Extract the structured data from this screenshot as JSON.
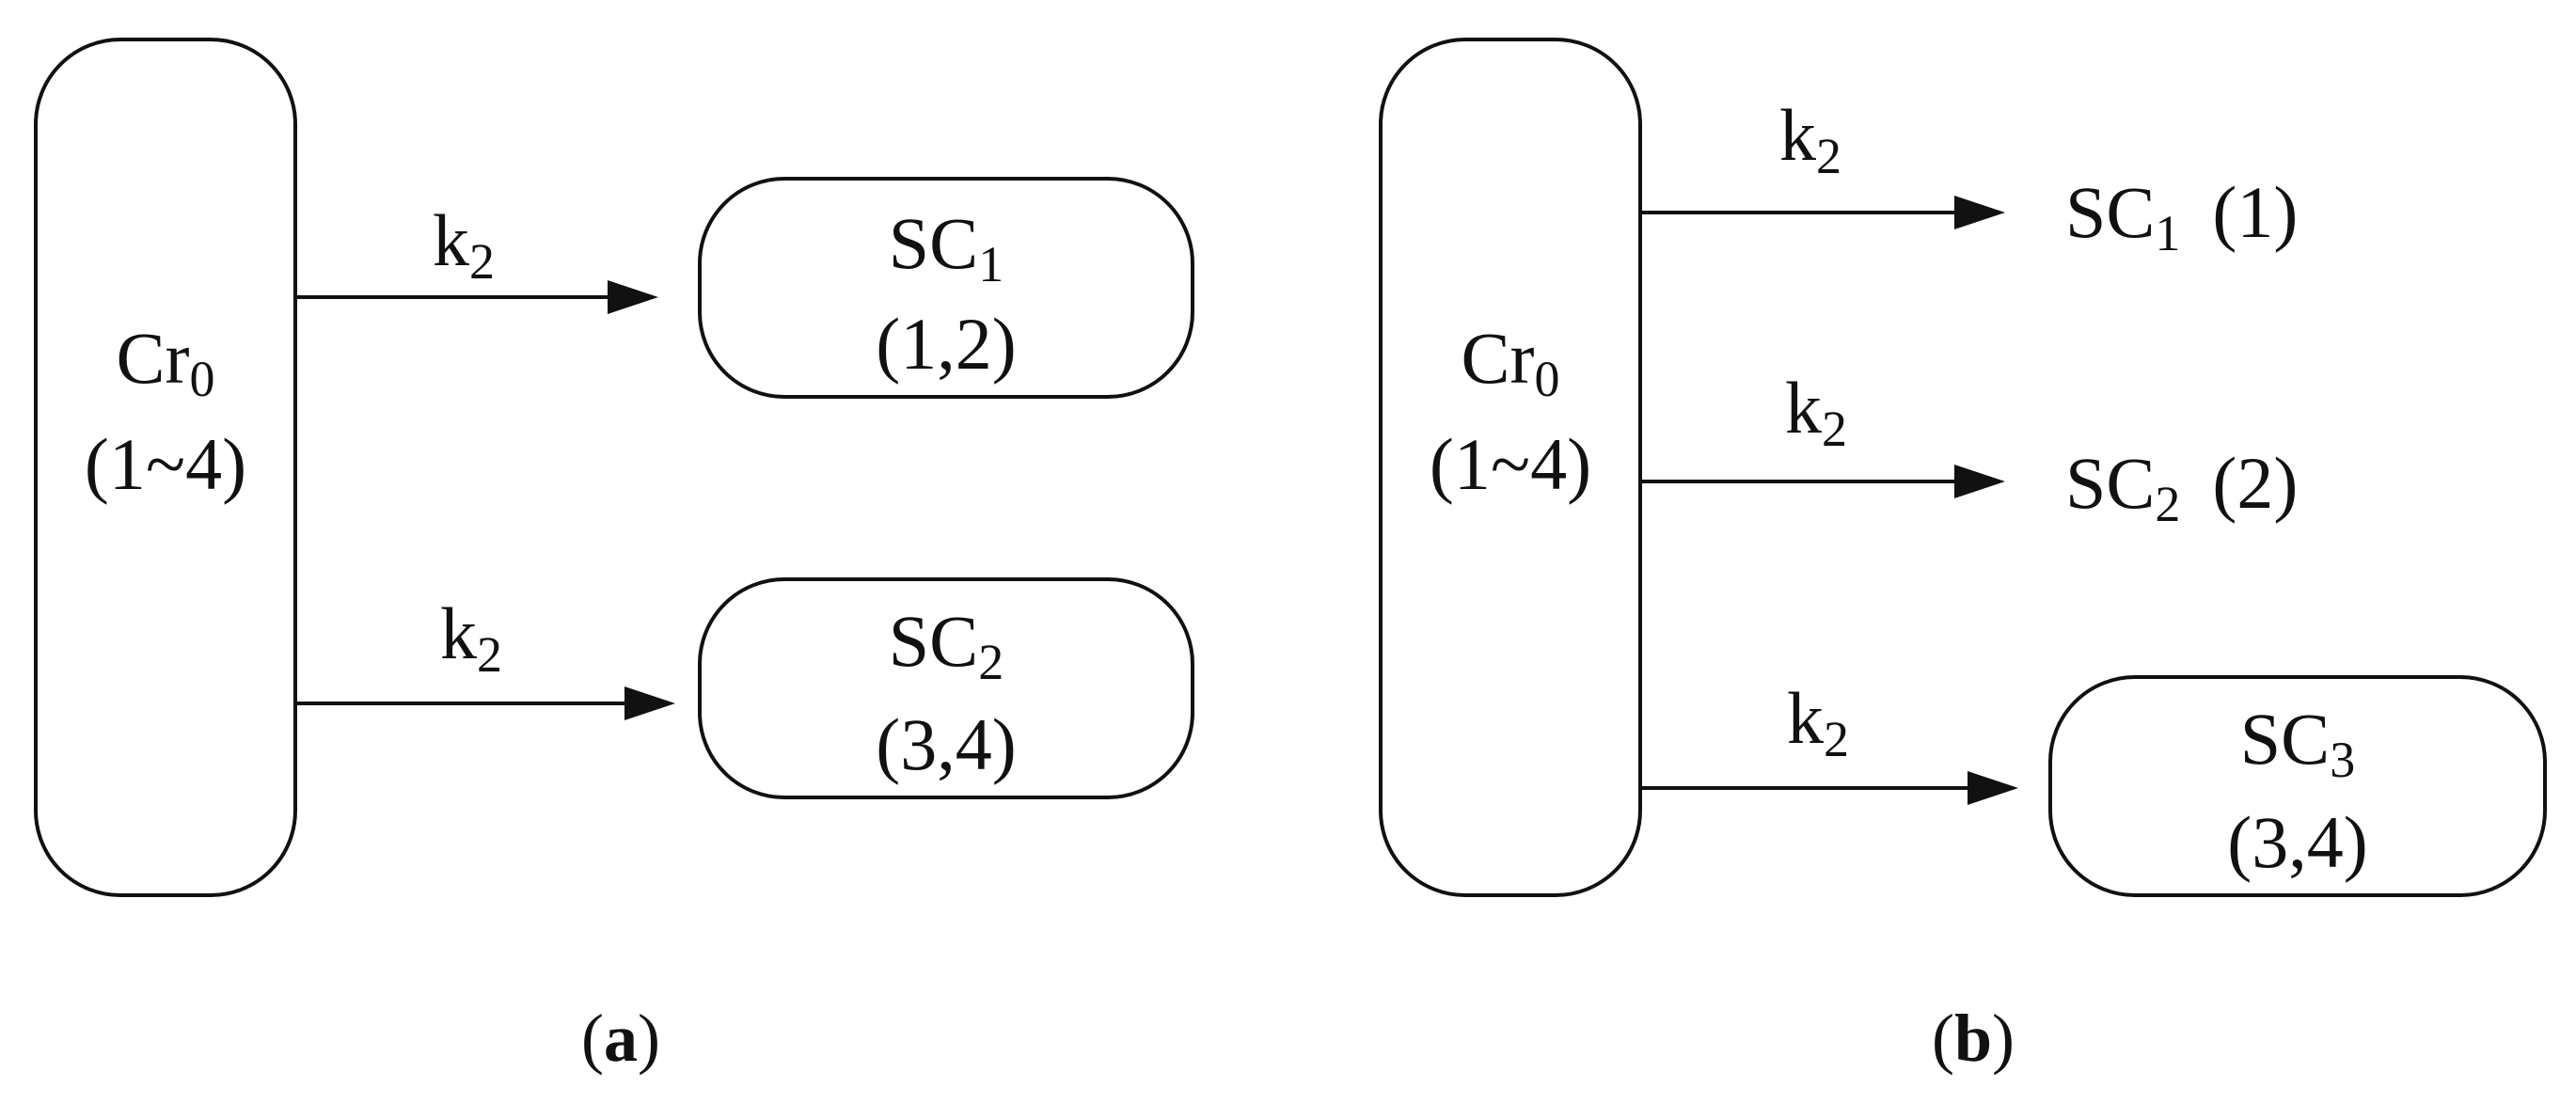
{
  "panel_a": {
    "source": {
      "name": "Cr",
      "sub": "0",
      "range": "(1~4)"
    },
    "edges": [
      {
        "label": "k",
        "sub": "2",
        "target": {
          "name": "SC",
          "sub": "1",
          "range": "(1,2)"
        }
      },
      {
        "label": "k",
        "sub": "2",
        "target": {
          "name": "SC",
          "sub": "2",
          "range": "(3,4)"
        }
      }
    ],
    "caption": {
      "open": "(",
      "letter": "a",
      "close": ")"
    }
  },
  "panel_b": {
    "source": {
      "name": "Cr",
      "sub": "0",
      "range": "(1~4)"
    },
    "edges": [
      {
        "label": "k",
        "sub": "2",
        "target": {
          "name": "SC",
          "sub": "1",
          "range": "(1)"
        }
      },
      {
        "label": "k",
        "sub": "2",
        "target": {
          "name": "SC",
          "sub": "2",
          "range": "(2)"
        }
      },
      {
        "label": "k",
        "sub": "2",
        "target": {
          "name": "SC",
          "sub": "3",
          "range": "(3,4)"
        }
      }
    ],
    "caption": {
      "open": "(",
      "letter": "b",
      "close": ")"
    }
  }
}
